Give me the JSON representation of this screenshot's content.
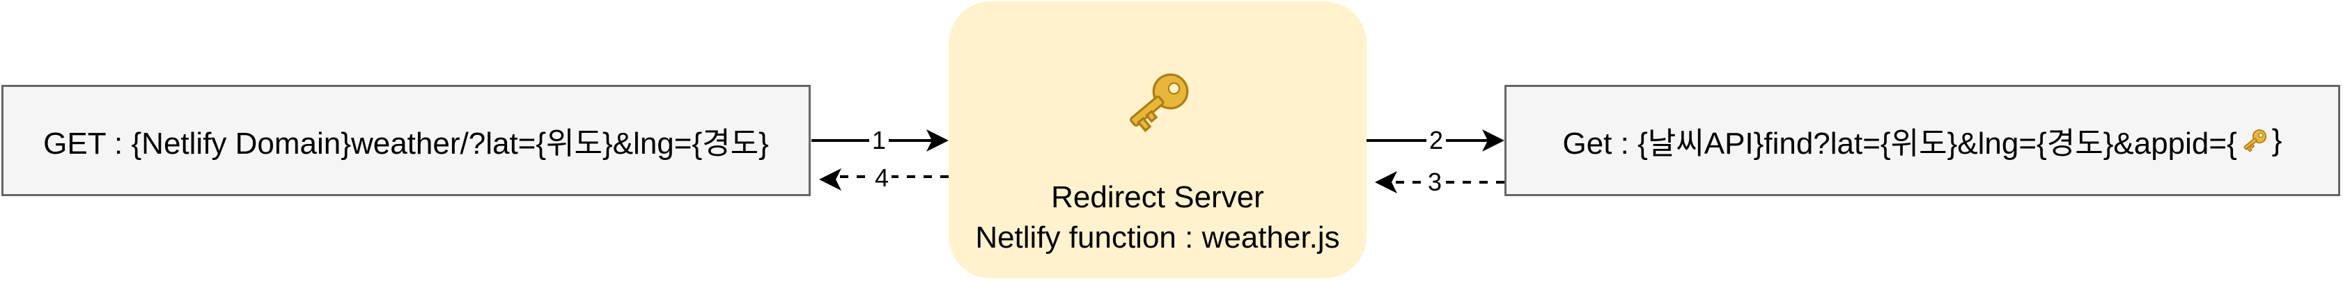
{
  "nodes": {
    "client_request": "GET : {Netlify Domain}weather/?lat={위도}&lng={경도}",
    "server_title": "Redirect Server",
    "server_subtitle": "Netlify function : weather.js",
    "api_request_prefix": "Get : {날씨API}find?lat={위도}&lng={경도}&appid={",
    "api_request_suffix": " }",
    "server_icon": "key-icon",
    "api_key_icon": "key-icon"
  },
  "edges": [
    {
      "label": "1",
      "style": "solid",
      "from": "client_request",
      "to": "server"
    },
    {
      "label": "2",
      "style": "solid",
      "from": "server",
      "to": "api_request"
    },
    {
      "label": "3",
      "style": "dashed",
      "from": "api_request",
      "to": "server"
    },
    {
      "label": "4",
      "style": "dashed",
      "from": "server",
      "to": "client_request"
    }
  ],
  "colors": {
    "request_box_fill": "#f5f5f5",
    "request_box_border": "#666666",
    "server_fill": "#fff2cc",
    "arrow": "#000000",
    "key_gold": "#e8b73a"
  }
}
